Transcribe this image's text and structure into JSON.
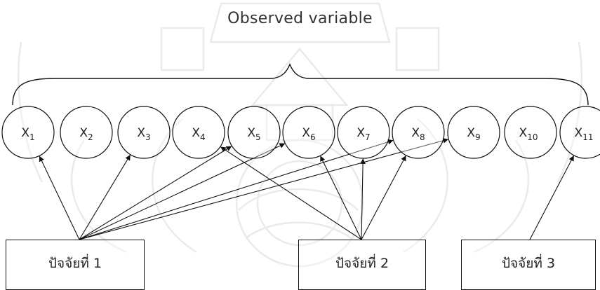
{
  "title": "Observed variable",
  "variables": [
    {
      "base": "X",
      "sub": "1"
    },
    {
      "base": "X",
      "sub": "2"
    },
    {
      "base": "X",
      "sub": "3"
    },
    {
      "base": "X",
      "sub": "4"
    },
    {
      "base": "X",
      "sub": "5"
    },
    {
      "base": "X",
      "sub": "6"
    },
    {
      "base": "X",
      "sub": "7"
    },
    {
      "base": "X",
      "sub": "8"
    },
    {
      "base": "X",
      "sub": "9"
    },
    {
      "base": "X",
      "sub": "10"
    },
    {
      "base": "X",
      "sub": "11"
    }
  ],
  "factors": [
    {
      "label": "ปัจจัยที่ 1",
      "targets": [
        1,
        3,
        5,
        6,
        8,
        9
      ]
    },
    {
      "label": "ปัจจัยที่ 2",
      "targets": [
        4,
        6,
        7,
        8
      ]
    },
    {
      "label": "ปัจจัยที่ 3",
      "targets": [
        11
      ]
    }
  ]
}
